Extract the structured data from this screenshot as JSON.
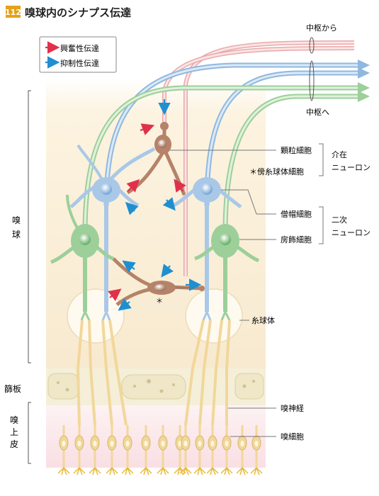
{
  "figure": {
    "number": "112",
    "title": "嗅球内のシナプス伝達"
  },
  "legend": {
    "excitatory": "興奮性伝達",
    "inhibitory": "抑制性伝達"
  },
  "central": {
    "from_center": "中枢から",
    "to_center": "中枢へ"
  },
  "regions": {
    "bulb_line1": "嗅",
    "bulb_line2": "球",
    "cribriform": "篩板",
    "epi_line1": "嗅",
    "epi_line2": "上",
    "epi_line3": "皮"
  },
  "labels": {
    "granule": "顆粒細胞",
    "periglomerular": "＊傍糸球体細胞",
    "interneuron_line1": "介在",
    "interneuron_line2": "ニューロン",
    "mitral": "僧帽細胞",
    "tufted": "房飾細胞",
    "secondary_line1": "二次",
    "secondary_line2": "ニューロン",
    "glomerulus": "糸球体",
    "olfactory_nerve": "嗅神経",
    "olfactory_cell": "嗅細胞",
    "asterisk": "＊"
  },
  "colors": {
    "excitatory": "#e0314b",
    "inhibitory": "#1f8fd0",
    "mitral": "#a9c8e8",
    "tufted": "#9ccf9a",
    "interneuron": "#b5826a",
    "centrifugal": "#e8a9aa",
    "receptor": "#f2d79a",
    "bulb_bg": "#fbf1dc",
    "epithelium_bg": "#fbe7ea"
  }
}
